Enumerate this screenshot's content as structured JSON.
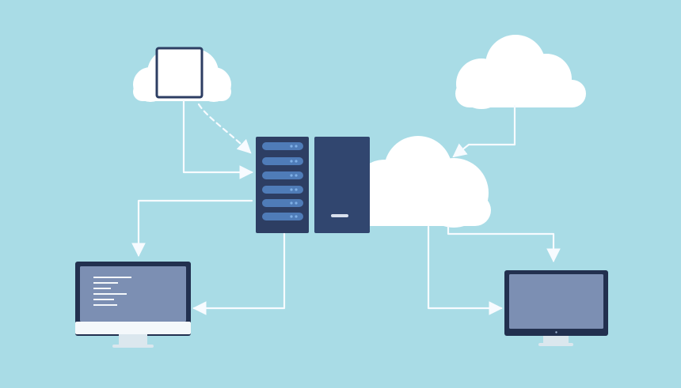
{
  "colors": {
    "background": "#a9dce6",
    "cloud": "#ffffff",
    "server_dark": "#2d3e63",
    "server_mid": "#31466f",
    "server_slot": "#4f7cb8",
    "server_led": "#7fb0e6",
    "server_panel_highlight": "#3b5482",
    "monitor_bezel": "#22304f",
    "monitor_screen": "#7c8fb3",
    "monitor_stand": "#dbe7ee",
    "monitor_chin": "#f4f8fb",
    "arrow": "#f7fbff",
    "window_frame": "#2d3e63",
    "window_fill": "#ffffff"
  },
  "diagram": {
    "nodes": [
      {
        "id": "cloud-top-left",
        "kind": "cloud",
        "icon": "window-icon"
      },
      {
        "id": "cloud-top-right",
        "kind": "cloud"
      },
      {
        "id": "cloud-middle",
        "kind": "cloud"
      },
      {
        "id": "server-rack",
        "kind": "server",
        "icon": "server-rack-icon"
      },
      {
        "id": "monitor-left",
        "kind": "monitor",
        "icon": "monitor-icon"
      },
      {
        "id": "monitor-right",
        "kind": "monitor",
        "icon": "monitor-icon"
      }
    ],
    "edges": [
      {
        "from": "cloud-top-left",
        "to": "server-rack",
        "style": "solid"
      },
      {
        "from": "cloud-top-left",
        "to": "server-rack",
        "style": "dashed"
      },
      {
        "from": "cloud-top-right",
        "to": "cloud-middle",
        "style": "solid"
      },
      {
        "from": "server-rack",
        "to": "monitor-left",
        "style": "solid"
      },
      {
        "from": "monitor-left",
        "to": "server-rack",
        "style": "solid"
      },
      {
        "from": "cloud-middle",
        "to": "monitor-right",
        "style": "solid"
      },
      {
        "from": "cloud-middle",
        "to": "monitor-right",
        "style": "solid"
      }
    ]
  }
}
